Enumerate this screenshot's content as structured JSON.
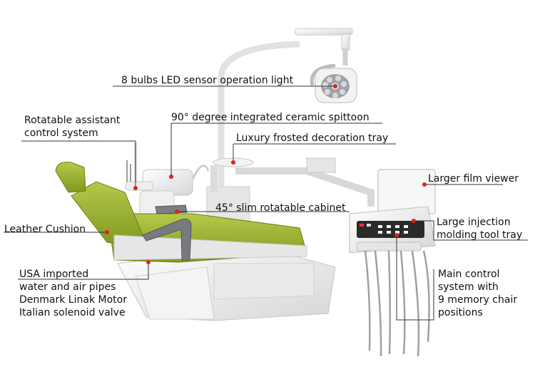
{
  "accent_color": "#e0201c",
  "labels": {
    "light": "8 bulbs LED sensor operation light",
    "assistant": [
      "Rotatable assistant",
      "control system"
    ],
    "spittoon": "90°  degree integrated ceramic spittoon",
    "tray": "Luxury frosted decoration tray",
    "film_viewer": "Larger film viewer",
    "cabinet": "45° slim rotatable cabinet",
    "cushion": "Leather Cushion",
    "tool_tray": [
      "Large injection",
      "molding tool tray"
    ],
    "base": [
      "USA imported",
      "water and air pipes",
      "Denmark Linak Motor",
      "Italian solenoid valve"
    ],
    "control": [
      "Main control",
      "system with",
      "9 memory chair",
      "positions"
    ]
  }
}
